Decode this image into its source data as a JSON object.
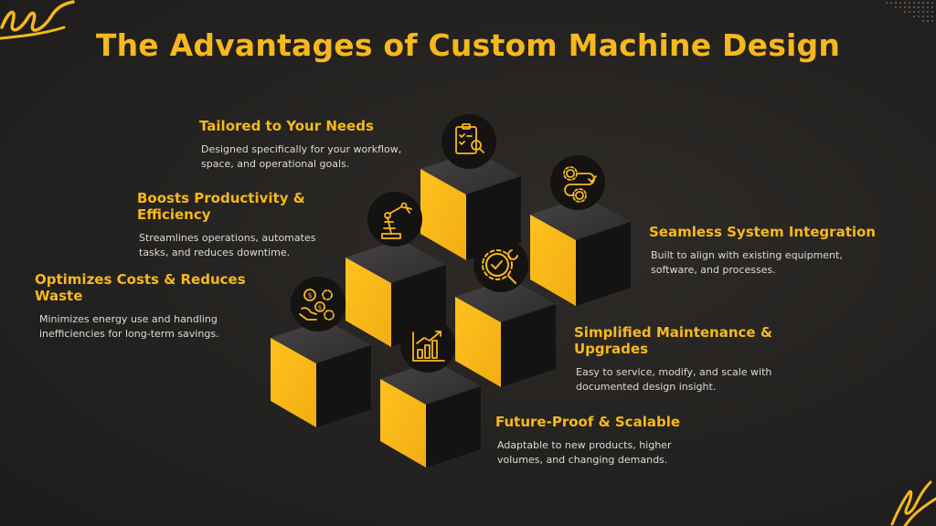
{
  "title": "The Advantages of Custom Machine Design",
  "colors": {
    "accent": "#F6B81D",
    "background": "#252321",
    "cube_dark": "#161616",
    "cube_top": "#3a3a3a",
    "text": "#DEDBD6"
  },
  "advantages": [
    {
      "title": "Tailored to Your Needs",
      "description_lines": [
        "Designed specifically for your workflow,",
        "space, and operational goals."
      ],
      "icon": "checklist-magnifier-icon"
    },
    {
      "title": "Boosts Productivity & Efficiency",
      "description_lines": [
        "Streamlines operations, automates",
        "tasks, and reduces downtime."
      ],
      "icon": "robotic-arm-icon"
    },
    {
      "title": "Optimizes Costs & Reduces Waste",
      "description_lines": [
        "Minimizes energy use and handling",
        "inefficiencies for long-term savings."
      ],
      "icon": "cost-savings-gears-icon"
    },
    {
      "title": "Seamless System Integration",
      "description_lines": [
        "Built to align with existing equipment,",
        "software, and processes."
      ],
      "icon": "integration-gears-icon"
    },
    {
      "title": "Simplified Maintenance & Upgrades",
      "description_lines": [
        "Easy to service, modify, and scale with",
        "documented design insight."
      ],
      "icon": "gear-wrench-check-icon"
    },
    {
      "title": "Future-Proof & Scalable",
      "description_lines": [
        "Adaptable to new products, higher",
        "volumes, and changing demands."
      ],
      "icon": "growth-chart-icon"
    }
  ]
}
